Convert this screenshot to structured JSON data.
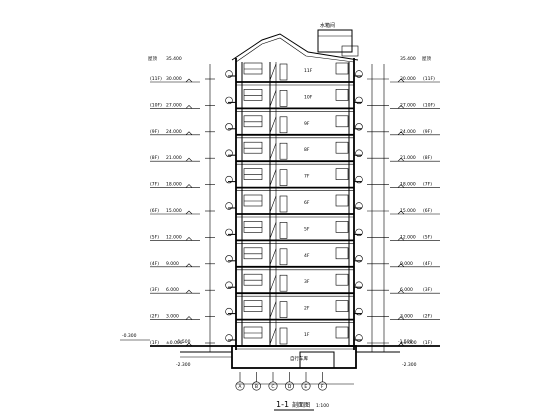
{
  "title": "1-1 剖面图",
  "title_main": "1-1",
  "title_sub": "剖面图",
  "scale_text": "1:100",
  "roof": {
    "level_left": "35.400",
    "level_right": "35.400",
    "tag_left": "屋顶",
    "tag_right": "屋顶",
    "top_label": "水箱间"
  },
  "floor_rows": [
    {
      "tag": "11F",
      "level": "30.000",
      "room": "11F"
    },
    {
      "tag": "10F",
      "level": "27.000",
      "room": "10F"
    },
    {
      "tag": "9F",
      "level": "24.000",
      "room": "9F"
    },
    {
      "tag": "8F",
      "level": "21.000",
      "room": "8F"
    },
    {
      "tag": "7F",
      "level": "18.000",
      "room": "7F"
    },
    {
      "tag": "6F",
      "level": "15.000",
      "room": "6F"
    },
    {
      "tag": "5F",
      "level": "12.000",
      "room": "5F"
    },
    {
      "tag": "4F",
      "level": "9.000",
      "room": "4F"
    },
    {
      "tag": "3F",
      "level": "6.000",
      "room": "3F"
    },
    {
      "tag": "2F",
      "level": "3.000",
      "room": "2F"
    },
    {
      "tag": "1F",
      "level": "±0.000",
      "room": "1F"
    }
  ],
  "ground": {
    "left_level": "-1.500",
    "right_level": "-1.500",
    "far_left_level": "-0.300",
    "bottom_left_level": "-2.300",
    "bottom_right_level": "-2.300",
    "basement_label": "自行车库"
  },
  "axis_markers": [
    "A",
    "B",
    "C",
    "D",
    "E",
    "F"
  ]
}
